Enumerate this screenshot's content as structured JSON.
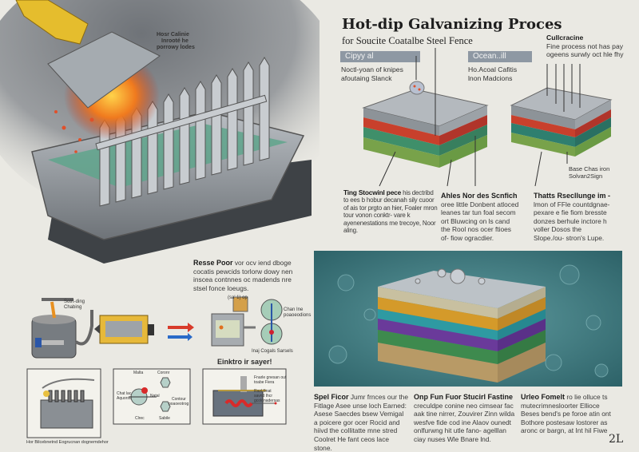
{
  "header": {
    "title": "Hot-dip Galvanizing Proces",
    "subtitle": "for Soucite Coatalbe Steel Fence"
  },
  "illustration_label": {
    "line1": "Hosr Calinie",
    "line2": "Inrooté he",
    "line3": "porrowy lodes"
  },
  "layer_panel_left": {
    "tag": "Cipyy al",
    "text_line1": "Noctl-yoan of knipes",
    "text_line2": "afoutaing Slanck"
  },
  "layer_panel_mid": {
    "tag": "Ocean..ill",
    "text_line1": "Ho.Acoal Cafitis",
    "text_line2": "lnon Madcions"
  },
  "layer_panel_right": {
    "heading": "Cullcracine",
    "text_line1": "Fine process not has pay",
    "text_line2": "ogeens surwly oct hle fhy",
    "base_label_line1": "Base Chas iron",
    "base_label_line2": "Solvan2Sign"
  },
  "captions_top": [
    {
      "bold": "Ting Stocwinl pece",
      "text": " his dectribd to ees b hobur decanah sily cuoor of ais tor prgto an hier, Foaler mron tour vonon conktr- vare k ayenenestations me trecoye, Noor aling."
    },
    {
      "bold": "Ahles Nor des Scnfich",
      "text": " oree little Donbent atloced leanes tar tun foal secom ort Bluwcing on ls cand the Rool nos ocer ftioes of- fiow ogracdier."
    },
    {
      "bold": "Thatts Rsecllunge im -",
      "text": " lmon of FFle countdgnae- pexare e fie fiom bresste donzes berhule inctore h voller Dosos the Slope./ou- stron's Lupe."
    }
  ],
  "press_section": {
    "bold": "Resse Poor",
    "text": " vor ocv iend dboge cocatis pewcids torlorw dowy nen inscea contnnes oc madends nre stsel fonce loeugs.",
    "label_pump": "(sa' 1) op",
    "label_roll_line1": "Chan Ine",
    "label_roll_line2": "poaoeodions",
    "label_bottom": "Inaj Cogals Sarsels",
    "label_machine_line1": "Sotrt-ding",
    "label_machine_line2": "Chabing"
  },
  "diagrams_bottom": {
    "heading": "Einktro ir sayer!",
    "left_caption": "Hor Bilcebnetnd Eogrucnan dognemdehor",
    "mid_labels": [
      "Malta",
      "Coronr",
      "Chat lac",
      "Aquorsd",
      "Natal",
      "Contour",
      "poaoeotrog",
      "Clrec",
      "Sabile"
    ],
    "right_labels": [
      "Fnarle gnesan ouf",
      "toabe Fiera",
      "Razl Snat",
      "savnd Ihcr",
      "gcoldnadersas"
    ]
  },
  "captions_bottom": [
    {
      "bold": "Spel Ficor",
      "text": " Jumr frnces our the Fitlage Asee unse loch Earned: Asese Saecdes bsew Vemigal a poicere gor ocer Rocid and hiivd the colIitatte mne stred Coolret He fant ceos lace stone."
    },
    {
      "bold": "Onp Fun Fuor Stucirl Fastine",
      "text": " creculdpe conine neo cimsear fac aak tine nirrer, Zouvirer Zinn wilda wesfve fide cod ine Alaov ounedt onlfurwng hit utle fano- agelllan ciay nuses Wle Bnare lnd."
    },
    {
      "bold": "Urleo Fomelt",
      "text": " ro lie olluce ts mutecrimnesloorter Ellioce Beses bend's pe foroe atin ont Bothore postesaw lostorer as aronc or bargn, at Int hil Fiwe"
    }
  ],
  "page_number": "2L",
  "colors": {
    "background": "#eae9e3",
    "tag": "#8e98a3",
    "teal_panel": "#3f7a80",
    "zinc": "#9ea4aa",
    "red_layer": "#c8402c",
    "green_layer": "#6a9a44"
  }
}
